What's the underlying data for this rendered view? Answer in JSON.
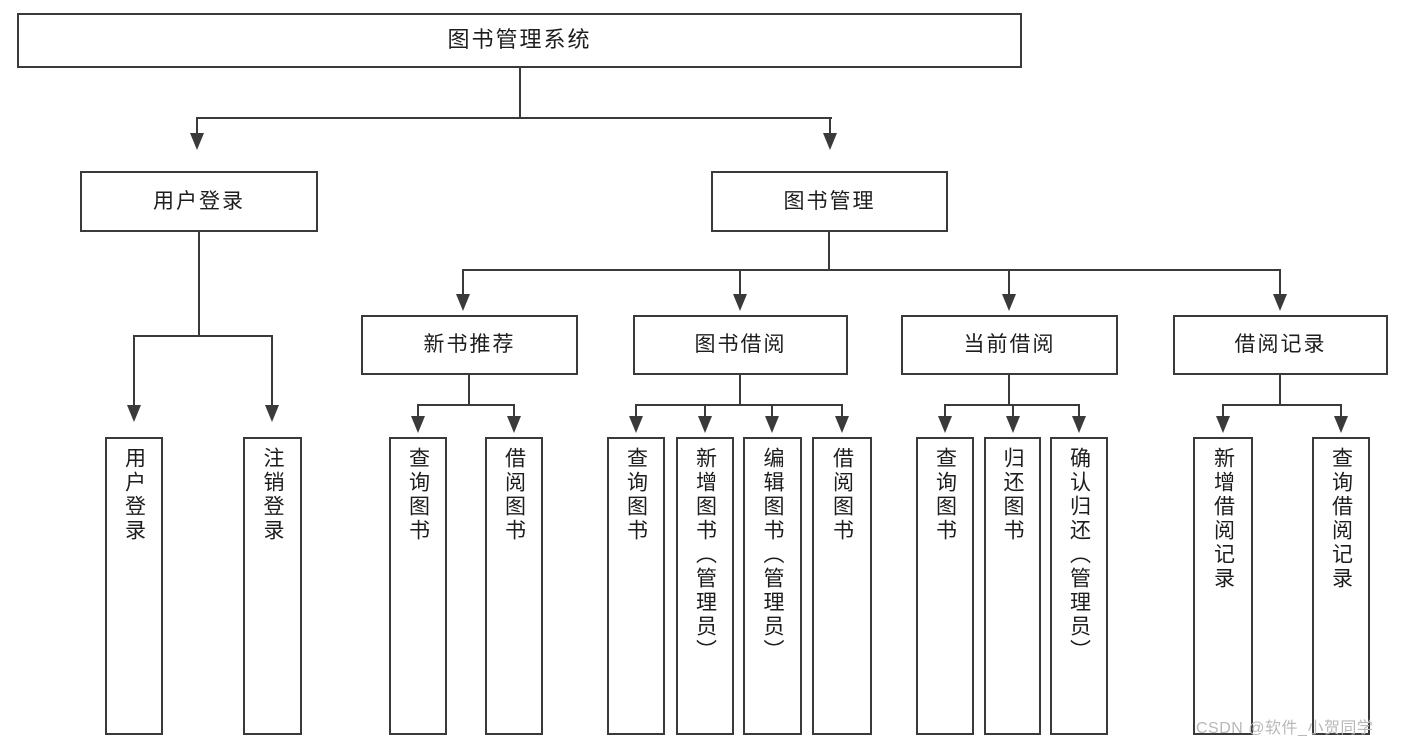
{
  "diagram": {
    "type": "tree-hierarchy-chart",
    "title": "图书管理系统",
    "colors": {
      "box_border": "#3a3a3a",
      "box_fill": "#ffffff",
      "line": "#3a3a3a",
      "text": "#1d1d1d",
      "watermark": "#b8b8b8",
      "background": "#ffffff"
    },
    "root": {
      "label": "图书管理系统"
    },
    "level1": [
      {
        "label": "用户登录"
      },
      {
        "label": "图书管理"
      }
    ],
    "level2": [
      {
        "label": "新书推荐"
      },
      {
        "label": "图书借阅"
      },
      {
        "label": "当前借阅"
      },
      {
        "label": "借阅记录"
      }
    ],
    "leaves": {
      "user_login": [
        {
          "label": "用户登录"
        },
        {
          "label": "注销登录"
        }
      ],
      "new_book_recommend": [
        {
          "label": "查询图书"
        },
        {
          "label": "借阅图书"
        }
      ],
      "book_borrow": [
        {
          "label": "查询图书"
        },
        {
          "label": "新增图书（管理员）"
        },
        {
          "label": "编辑图书（管理员）"
        },
        {
          "label": "借阅图书"
        }
      ],
      "current_borrow": [
        {
          "label": "查询图书"
        },
        {
          "label": "归还图书"
        },
        {
          "label": "确认归还（管理员）"
        }
      ],
      "borrow_record": [
        {
          "label": "新增借阅记录"
        },
        {
          "label": "查询借阅记录"
        }
      ]
    }
  },
  "watermark": {
    "text": "CSDN @软件_小贺同学"
  }
}
